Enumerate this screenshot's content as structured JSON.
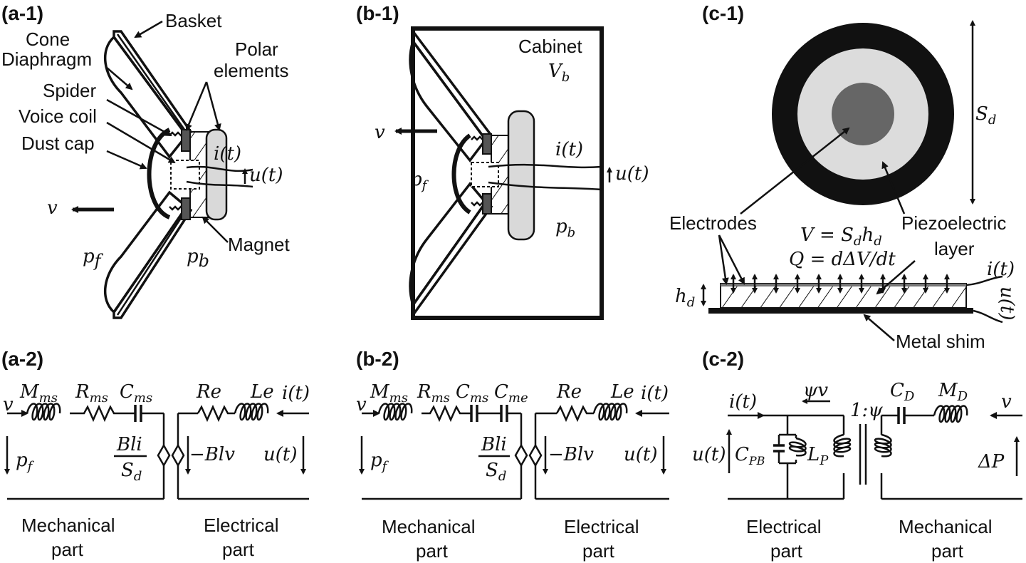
{
  "panels": {
    "a1": "(a-1)",
    "b1": "(b-1)",
    "c1": "(c-1)",
    "a2": "(a-2)",
    "b2": "(b-2)",
    "c2": "(c-2)"
  },
  "a1": {
    "basket": "Basket",
    "cone1": "Cone",
    "cone2": "Diaphragm",
    "polar1": "Polar",
    "polar2": "elements",
    "spider": "Spider",
    "voice_coil": "Voice coil",
    "dust_cap": "Dust cap",
    "current": "i(t)",
    "voltage": "u(t)",
    "velocity": "v",
    "magnet": "Magnet",
    "pf": "p",
    "pf_sub": "f",
    "pb": "p",
    "pb_sub": "b"
  },
  "b1": {
    "cabinet": "Cabinet",
    "vb": "V",
    "vb_sub": "b",
    "velocity": "v",
    "current": "i(t)",
    "voltage": "u(t)",
    "pf": "p",
    "pf_sub": "f",
    "pb": "p",
    "pb_sub": "b"
  },
  "c1": {
    "sd": "S",
    "sd_sub": "d",
    "electrodes": "Electrodes",
    "volume_eq": "V = S",
    "volume_eq_sub": "d",
    "volume_eq_tail": "h",
    "volume_eq_tail_sub": "d",
    "charge_eq": "Q = dΔV/dt",
    "piezo1": "Piezoelectric",
    "piezo2": "layer",
    "current": "i(t)",
    "voltage": "u(t)",
    "hd": "h",
    "hd_sub": "d",
    "metal_shim": "Metal shim"
  },
  "a2": {
    "v": "v",
    "mms": "M",
    "mms_sub": "ms",
    "rms": "R",
    "rms_sub": "ms",
    "cms": "C",
    "cms_sub": "ms",
    "re": "Re",
    "le": "Le",
    "current": "i(t)",
    "pf": "p",
    "pf_sub": "f",
    "bli_num": "Bli",
    "bli_den": "S",
    "bli_den_sub": "d",
    "blv": "−Blv",
    "voltage": "u(t)",
    "mech1": "Mechanical",
    "mech2": "part",
    "elec1": "Electrical",
    "elec2": "part"
  },
  "b2": {
    "v": "v",
    "mms": "M",
    "mms_sub": "ms",
    "rms": "R",
    "rms_sub": "ms",
    "cms": "C",
    "cms_sub": "ms",
    "cme": "C",
    "cme_sub": "me",
    "re": "Re",
    "le": "Le",
    "current": "i(t)",
    "pf": "p",
    "pf_sub": "f",
    "bli_num": "Bli",
    "bli_den": "S",
    "bli_den_sub": "d",
    "blv": "−Blv",
    "voltage": "u(t)",
    "mech1": "Mechanical",
    "mech2": "part",
    "elec1": "Electrical",
    "elec2": "part"
  },
  "c2": {
    "current": "i(t)",
    "psi_v": "ψv",
    "ratio": "1:ψ",
    "cd": "C",
    "cd_sub": "D",
    "md": "M",
    "md_sub": "D",
    "v": "v",
    "voltage": "u(t)",
    "cpb": "C",
    "cpb_sub": "PB",
    "lp": "L",
    "lp_sub": "P",
    "dp": "ΔP",
    "elec1": "Electrical",
    "elec2": "part",
    "mech1": "Mechanical",
    "mech2": "part"
  }
}
